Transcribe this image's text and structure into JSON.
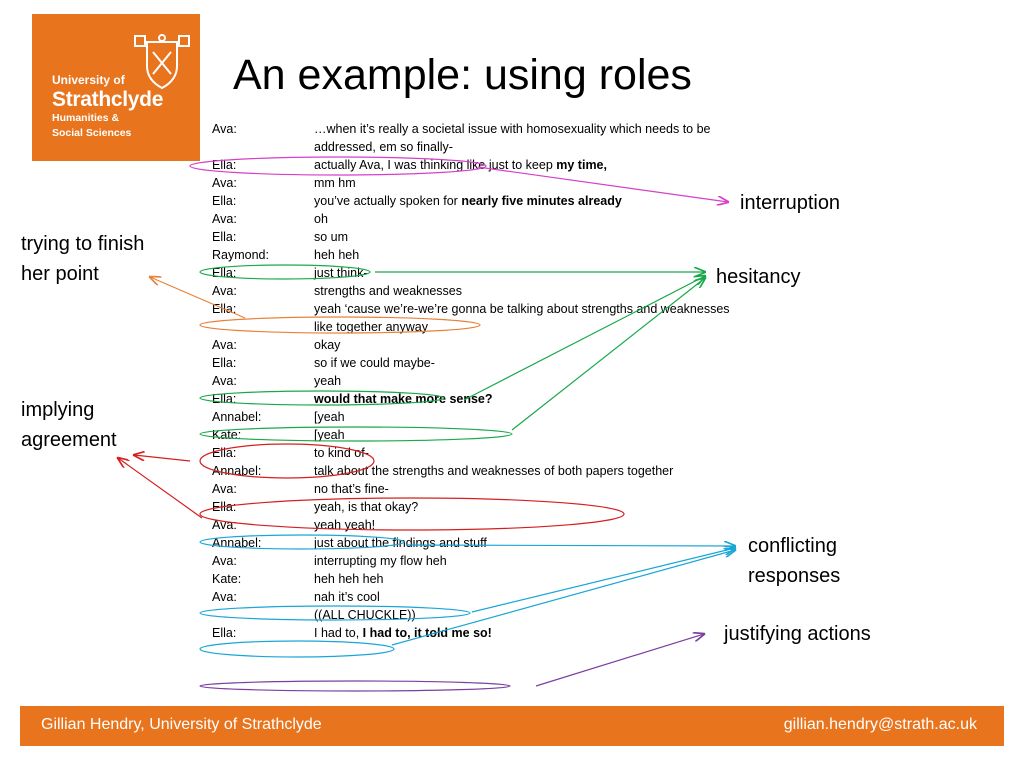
{
  "logo": {
    "line1": "University of",
    "line2": "Strathclyde",
    "line3": "Humanities &",
    "line4": "Social Sciences"
  },
  "title": "An example: using roles",
  "transcript": [
    {
      "speaker": "Ava:",
      "parts": [
        {
          "text": "…when it’s really a societal issue with homosexuality which needs to be addressed, em so finally-",
          "bold": false
        }
      ]
    },
    {
      "speaker": "Ella:",
      "parts": [
        {
          "text": "actually Ava, I was thinking like just to keep ",
          "bold": false
        },
        {
          "text": "my time,",
          "bold": true
        }
      ]
    },
    {
      "speaker": "Ava:",
      "parts": [
        {
          "text": "mm hm",
          "bold": false
        }
      ]
    },
    {
      "speaker": "Ella:",
      "parts": [
        {
          "text": "you’ve actually spoken for ",
          "bold": false
        },
        {
          "text": "nearly five minutes already",
          "bold": true
        }
      ]
    },
    {
      "speaker": "Ava:",
      "parts": [
        {
          "text": "oh",
          "bold": false
        }
      ]
    },
    {
      "speaker": "Ella:",
      "parts": [
        {
          "text": "so um",
          "bold": false
        }
      ]
    },
    {
      "speaker": "Raymond:",
      "parts": [
        {
          "text": "heh heh",
          "bold": false
        }
      ]
    },
    {
      "speaker": "Ella:",
      "parts": [
        {
          "text": "just think-",
          "bold": false
        }
      ]
    },
    {
      "speaker": "Ava:",
      "parts": [
        {
          "text": "strengths and weaknesses",
          "bold": false
        }
      ]
    },
    {
      "speaker": "Ella:",
      "parts": [
        {
          "text": "yeah ‘cause we’re-we’re gonna be talking about strengths and weaknesses like together anyway",
          "bold": false
        }
      ]
    },
    {
      "speaker": "Ava:",
      "parts": [
        {
          "text": "okay",
          "bold": false
        }
      ]
    },
    {
      "speaker": "Ella:",
      "parts": [
        {
          "text": "so if we could maybe-",
          "bold": false
        }
      ]
    },
    {
      "speaker": "Ava:",
      "parts": [
        {
          "text": "yeah",
          "bold": false
        }
      ]
    },
    {
      "speaker": "Ella:",
      "parts": [
        {
          "text": "would that make more sense?",
          "bold": true
        }
      ]
    },
    {
      "speaker": "Annabel:",
      "parts": [
        {
          "text": "[yeah",
          "bold": false
        }
      ]
    },
    {
      "speaker": "Kate:",
      "parts": [
        {
          "text": "[yeah",
          "bold": false
        }
      ]
    },
    {
      "speaker": "Ella:",
      "parts": [
        {
          "text": "to kind of-",
          "bold": false
        }
      ]
    },
    {
      "speaker": "Annabel:",
      "parts": [
        {
          "text": "talk about the strengths and weaknesses of both papers together",
          "bold": false
        }
      ]
    },
    {
      "speaker": "Ava:",
      "parts": [
        {
          "text": "no that’s fine-",
          "bold": false
        }
      ]
    },
    {
      "speaker": "Ella:",
      "parts": [
        {
          "text": "yeah, is that okay?",
          "bold": false
        }
      ]
    },
    {
      "speaker": "Ava:",
      "parts": [
        {
          "text": "yeah yeah!",
          "bold": false
        }
      ]
    },
    {
      "speaker": "Annabel:",
      "parts": [
        {
          "text": "just about the findings and stuff",
          "bold": false
        }
      ]
    },
    {
      "speaker": "Ava:",
      "parts": [
        {
          "text": "interrupting my flow heh",
          "bold": false
        }
      ]
    },
    {
      "speaker": "Kate:",
      "parts": [
        {
          "text": "heh heh heh",
          "bold": false
        }
      ]
    },
    {
      "speaker": "Ava:",
      "parts": [
        {
          "text": "nah it’s cool",
          "bold": false
        }
      ]
    },
    {
      "speaker": "",
      "parts": [
        {
          "text": "((ALL CHUCKLE))",
          "bold": false
        }
      ]
    },
    {
      "speaker": "Ella:",
      "parts": [
        {
          "text": "I had to, ",
          "bold": false
        },
        {
          "text": "I had to, it told me so!",
          "bold": true
        }
      ]
    }
  ],
  "labels": {
    "interruption": "interruption",
    "hesitancy": "hesitancy",
    "finish1": "trying to finish",
    "finish2": "her point",
    "agree1": "implying",
    "agree2": "agreement",
    "conflict1": "conflicting",
    "conflict2": "responses",
    "justify": "justifying actions"
  },
  "colors": {
    "brand_orange": "#e8741e",
    "interruption": "#d63fc8",
    "hesitancy": "#19a84a",
    "finish": "#e8823a",
    "agreement": "#d61f1f",
    "conflict": "#1aa6d6",
    "justify": "#7a3fa0"
  },
  "footer": {
    "left": "Gillian Hendry, University of Strathclyde",
    "right": "gillian.hendry@strath.ac.uk"
  }
}
